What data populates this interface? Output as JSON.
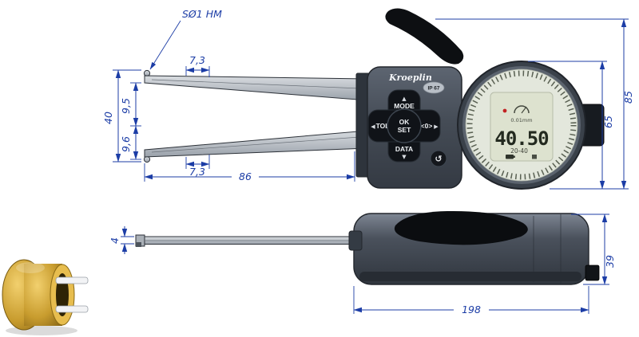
{
  "drawing": {
    "annotations": {
      "tip_spec": "SØ1 HM",
      "upper_tip_width": "7,3",
      "upper_offset": "9,5",
      "span": "40",
      "lower_offset": "9,6",
      "lower_tip_width": "7,3",
      "arm_length": "86",
      "head_height": "85",
      "display_diameter": "65",
      "rod_thickness": "4",
      "body_height": "39",
      "body_length": "198"
    }
  },
  "gauge": {
    "brand": "Kroeplin",
    "protection_rating": "IP 67",
    "buttons": {
      "mode": "MODE",
      "tol": "TOL",
      "ok": "OK",
      "set": "SET",
      "zero": "<0>",
      "data": "DATA"
    },
    "icons": {
      "up": "▲",
      "left": "◀",
      "right": "▶",
      "down": "▼",
      "reset": "↺"
    },
    "display": {
      "value": "40.50",
      "resolution": "0.01mm",
      "range": "20-40"
    }
  },
  "colors": {
    "dimension_blue": "#1c3da6",
    "body_gray": "#454c56",
    "lcd_green": "#dde2cf",
    "workpiece_gold": "#c89c2e"
  }
}
